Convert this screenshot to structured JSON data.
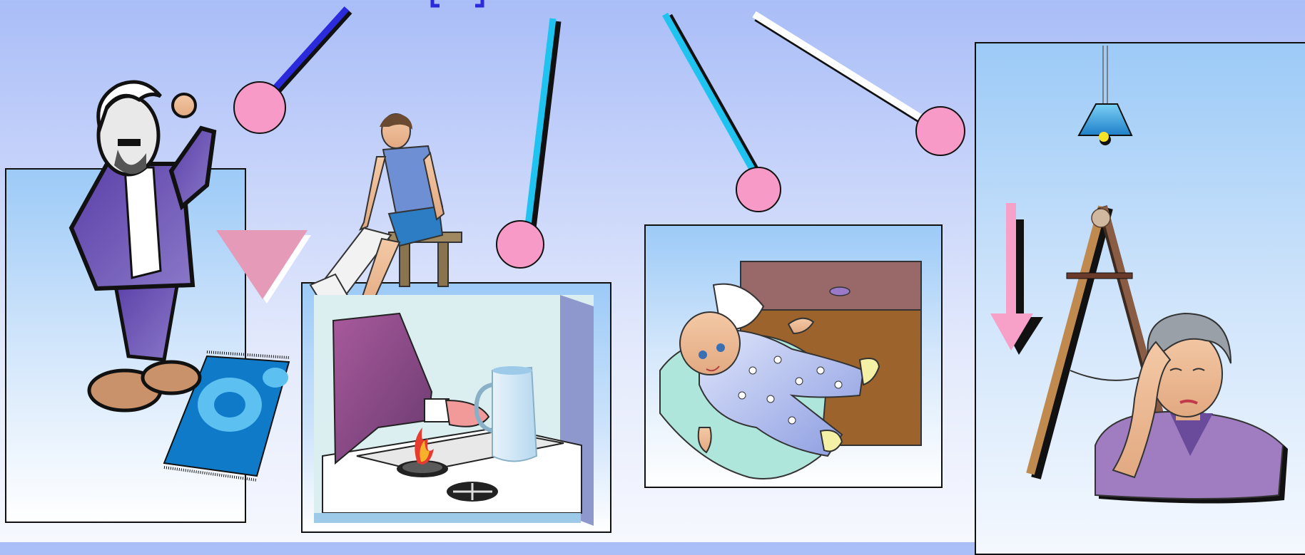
{
  "slide": {
    "panels": [
      {
        "id": "confused-man-rug",
        "icon": "slipping-on-rug-icon"
      },
      {
        "id": "stove-burn",
        "icon": "stove-burner-icon"
      },
      {
        "id": "baby-falling-from-dresser",
        "icon": "baby-fall-icon"
      },
      {
        "id": "ladder-head-injury",
        "icon": "ladder-icon"
      }
    ],
    "colors": {
      "pointer_dot": "#f79ac8",
      "pointer_blue": "#2b2bdc",
      "pointer_cyan": "#1ec3f0",
      "pointer_white": "#ffffff",
      "triangle_pink": "#e59ab8",
      "arrow_pink": "#f7a0c8"
    }
  }
}
